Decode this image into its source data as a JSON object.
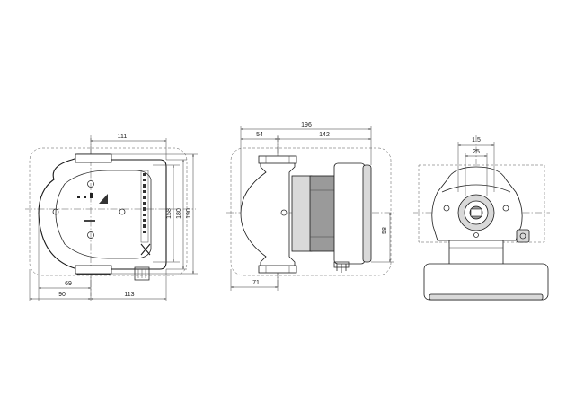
{
  "dimensions": {
    "front_top_width": "111",
    "front_height_158": "158",
    "front_height_180": "180",
    "front_height_190": "190",
    "front_bottom_69": "69",
    "front_bottom_90": "90",
    "front_bottom_113": "113",
    "side_overall_196": "196",
    "side_54": "54",
    "side_142": "142",
    "side_58": "58",
    "side_71": "71",
    "end_1_5": "1.5",
    "end_25": "25"
  }
}
